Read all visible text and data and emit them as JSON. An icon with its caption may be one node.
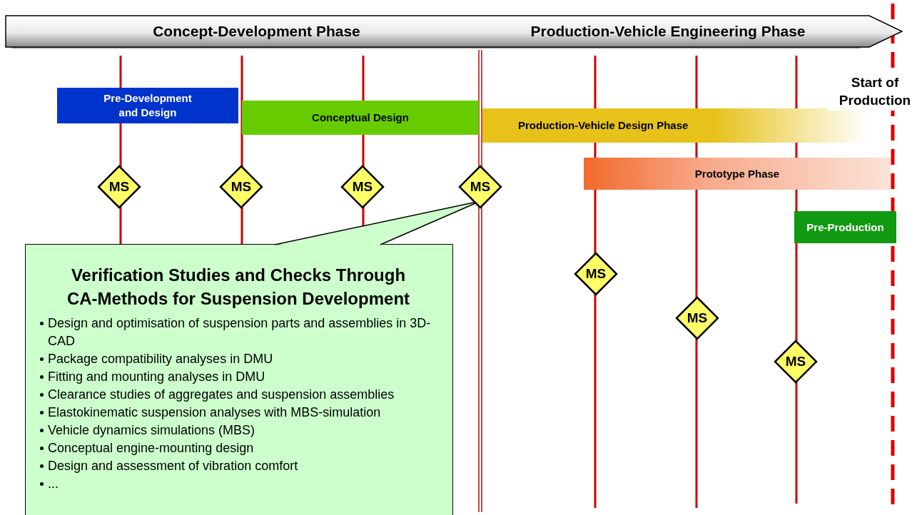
{
  "diagram": {
    "nodes": [
      {
        "text": [
          "Concept-Development Phase",
          "Production-Vehicle Engineering Phase"
        ]
      },
      {
        "text": [
          "Pre-Development and Design"
        ]
      },
      {
        "text": [
          "Conceptual Design"
        ]
      },
      {
        "text": [
          "Production-Vehicle Design Phase"
        ]
      },
      {
        "text": [
          "Prototype Phase"
        ]
      },
      {
        "text": [
          "Pre-Production"
        ]
      },
      {
        "text": [
          "Start of Production"
        ]
      },
      {
        "text": [
          "MS"
        ]
      },
      {
        "text": [
          "MS"
        ]
      },
      {
        "text": [
          "MS"
        ]
      },
      {
        "text": [
          "MS"
        ]
      },
      {
        "text": [
          "MS"
        ]
      },
      {
        "text": [
          "MS"
        ]
      },
      {
        "text": [
          "MS"
        ]
      },
      {
        "text": [
          "Verification Studies and Checks Through CA-Methods for Suspension Development",
          "Design and optimisation of suspension parts and assemblies in 3D-CAD",
          "Package compatibility analyses in DMU",
          "Fitting and mounting analyses in DMU",
          "Clearance studies of aggregates and suspension assemblies",
          "Elastokinematic suspension analyses with MBS-simulation",
          "Vehicle dynamics simulations (MBS)",
          "Conceptual engine-mounting design",
          "Design and assessment of vibration comfort",
          "..."
        ]
      }
    ],
    "edges": [
      {
        "from": 14,
        "to": 10,
        "arrow": "none"
      }
    ]
  }
}
